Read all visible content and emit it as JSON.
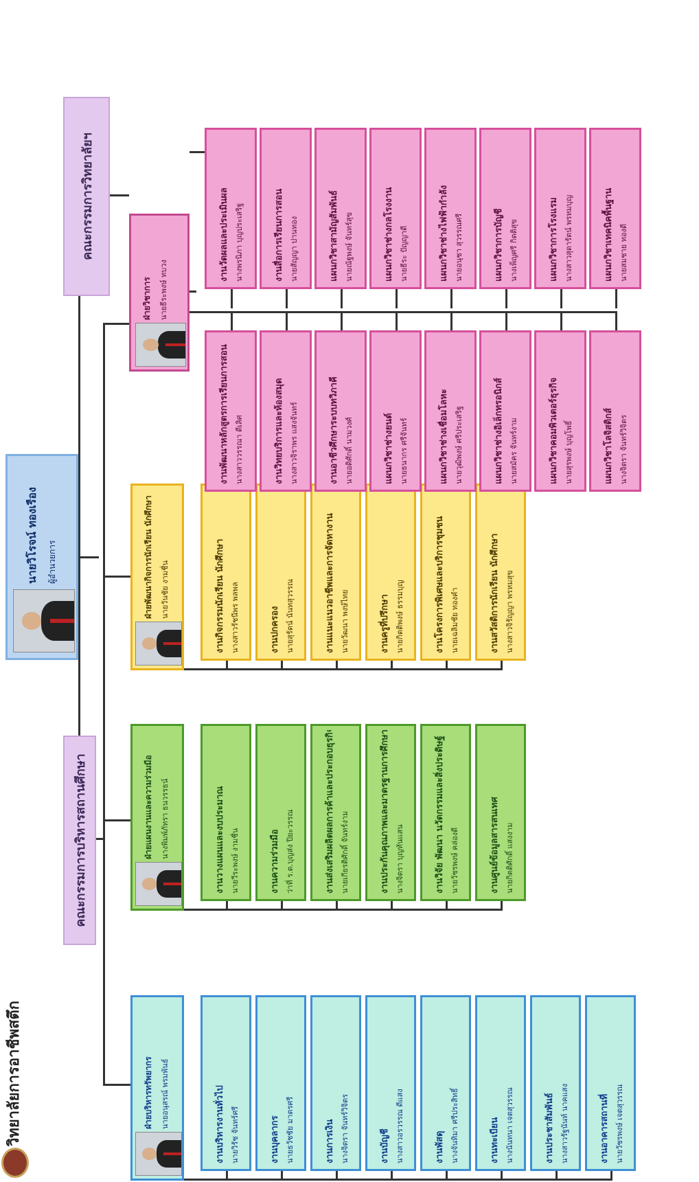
{
  "header": {
    "college_name": "วิทยาลัยการอาชีพสตึก",
    "logo_icon": "college-seal-icon"
  },
  "director": {
    "name": "นายวิโรจน์ ทองเรือง",
    "position": "ผู้อำนวยการ"
  },
  "committees": {
    "left": "คณะกรรมการบริหารสถานศึกษา",
    "right": "คณะกรรมการวิทยาลัยฯ"
  },
  "divisions": [
    {
      "key": "resources",
      "head_title": "ฝ่ายบริหารทรัพยากร",
      "head_name": "นายอนุสรณ์ พรมพันธ์",
      "units": [
        {
          "title": "งานบริหารงานทั่วไป",
          "name": "นายวิรัช จันทร์ศรี"
        },
        {
          "title": "งานบุคลากร",
          "name": "นายธวัชชัย มาตรศรี"
        },
        {
          "title": "งานการเงิน",
          "name": "นางจิตรา จันทร์วิจิตร"
        },
        {
          "title": "งานบัญชี",
          "name": "นางสาวอรวรรณ ดีแสง"
        },
        {
          "title": "งานพัสดุ",
          "name": "นางจันทิมา ศรีประสิทธิ์"
        },
        {
          "title": "งานทะเบียน",
          "name": "นางนันทนา เจตสุวรรณ"
        },
        {
          "title": "งานประชาสัมพันธ์",
          "name": "นางสาวรัฐนันท์ นาคแสง"
        },
        {
          "title": "งานอาคารสถานที่",
          "name": "นายวัชรพงษ์ เจตสุวรรณ"
        }
      ]
    },
    {
      "key": "planning",
      "head_title": "ฝ่ายแผนงานและความร่วมมือ",
      "head_name": "นางพิมพ์ภัทรา ธนวรรธน์",
      "units": [
        {
          "title": "งานวางแผนและงบประมาณ",
          "name": "นายวีระพงษ์ งามชื่น"
        },
        {
          "title": "งานความร่วมมือ",
          "name": "ว่าที่ ร.ต.บุญส่ง ปิยะวรรณ"
        },
        {
          "title": "งานส่งเสริมผลิตผลการค้าและประกอบธุรกิจ",
          "name": "นายเกียรติศักดิ์ จันทร์งาม"
        },
        {
          "title": "งานประกันคุณภาพและมาตรฐานการศึกษา",
          "name": "นางจิตรา บุญทันแสน"
        },
        {
          "title": "งานวิจัย พัฒนา นวัตกรรมและสิ่งประดิษฐ์",
          "name": "นายวัชรพงษ์ คล่องดี"
        },
        {
          "title": "งานศูนย์ข้อมูลสารสนเทศ",
          "name": "นายกิตติศักดิ์ แสงงาม"
        }
      ]
    },
    {
      "key": "student",
      "head_title": "ฝ่ายพัฒนากิจการนักเรียน นักศึกษา",
      "head_name": "นายวันชัย งามชื่น",
      "units": [
        {
          "title": "งานกิจกรรมนักเรียน นักศึกษา",
          "name": "นางสาวรัชนีพร พลพล"
        },
        {
          "title": "งานปกครอง",
          "name": "นายสุรัตน์ นันทสุวรรณ"
        },
        {
          "title": "งานแนะแนวอาชีพและการจัดหางาน",
          "name": "นายวัฒนา พงษ์ไทย"
        },
        {
          "title": "งานครูที่ปรึกษา",
          "name": "นายกิตติพงษ์ ธรรมบุญ"
        },
        {
          "title": "งานโครงการพิเศษและบริการชุมชน",
          "name": "นายเฉลิมชัย ทองคำ"
        },
        {
          "title": "งานสวัสดิการนักเรียน นักศึกษา",
          "name": "นางสาวจิรัญญา พรหมสุข"
        }
      ]
    },
    {
      "key": "academic",
      "head_title": "ฝ่ายวิชาการ",
      "head_name": "นายธีระพงษ์ ทบวง",
      "units_left": [
        {
          "title": "งานพัฒนาหลักสูตรการเรียนการสอน",
          "name": "นางสาววรรณา ดีเลิศ"
        },
        {
          "title": "งานวิทยบริการและห้องสมุด",
          "name": "นางสาวจิราพร แสงจันทร์"
        },
        {
          "title": "งานอาชีวศึกษาระบบทวิภาคี",
          "name": "นายอดิศักดิ์ นามวงศ์"
        },
        {
          "title": "แผนกวิชาช่างยนต์",
          "name": "นายธนากร ศรีจันทร์"
        },
        {
          "title": "แผนกวิชาช่างเชื่อมโลหะ",
          "name": "นายวุฒิพงษ์ ศรีประเสริฐ"
        },
        {
          "title": "แผนกวิชาช่างอิเล็กทรอนิกส์",
          "name": "นายสมัคร จันทร์งาม"
        },
        {
          "title": "แผนกวิชาคอมพิวเตอร์ธุรกิจ",
          "name": "นายสุรพงษ์ บุญโพธิ์"
        },
        {
          "title": "แผนกวิชาโลจิสติกส์",
          "name": "นางจิตรา จันทร์วิจิตร"
        }
      ],
      "units_right": [
        {
          "title": "งานวัดผลและประเมินผล",
          "name": "นางพรนิภา บุญประเสริฐ"
        },
        {
          "title": "งานสื่อการเรียนการสอน",
          "name": "นายสัญญา ปานทอง"
        },
        {
          "title": "แผนกวิชาสามัญสัมพันธ์",
          "name": "นายณัฐพงษ์ จันทร์สุข"
        },
        {
          "title": "แผนกวิชาช่างกลโรงงาน",
          "name": "นายธีระ ปัญญาดี"
        },
        {
          "title": "แผนกวิชาช่างไฟฟ้ากำลัง",
          "name": "นายอนุชา สุวรรณศรี"
        },
        {
          "title": "แผนกวิชาการบัญชี",
          "name": "นางเพ็ญศรี กิตติสุข"
        },
        {
          "title": "แผนกวิชาการโรงแรม",
          "name": "นางสาวสุดารัตน์ พรหมบุญ"
        },
        {
          "title": "แผนกวิชาเทคนิคพื้นฐาน",
          "name": "นายสมชาย ทองดี"
        }
      ]
    }
  ]
}
